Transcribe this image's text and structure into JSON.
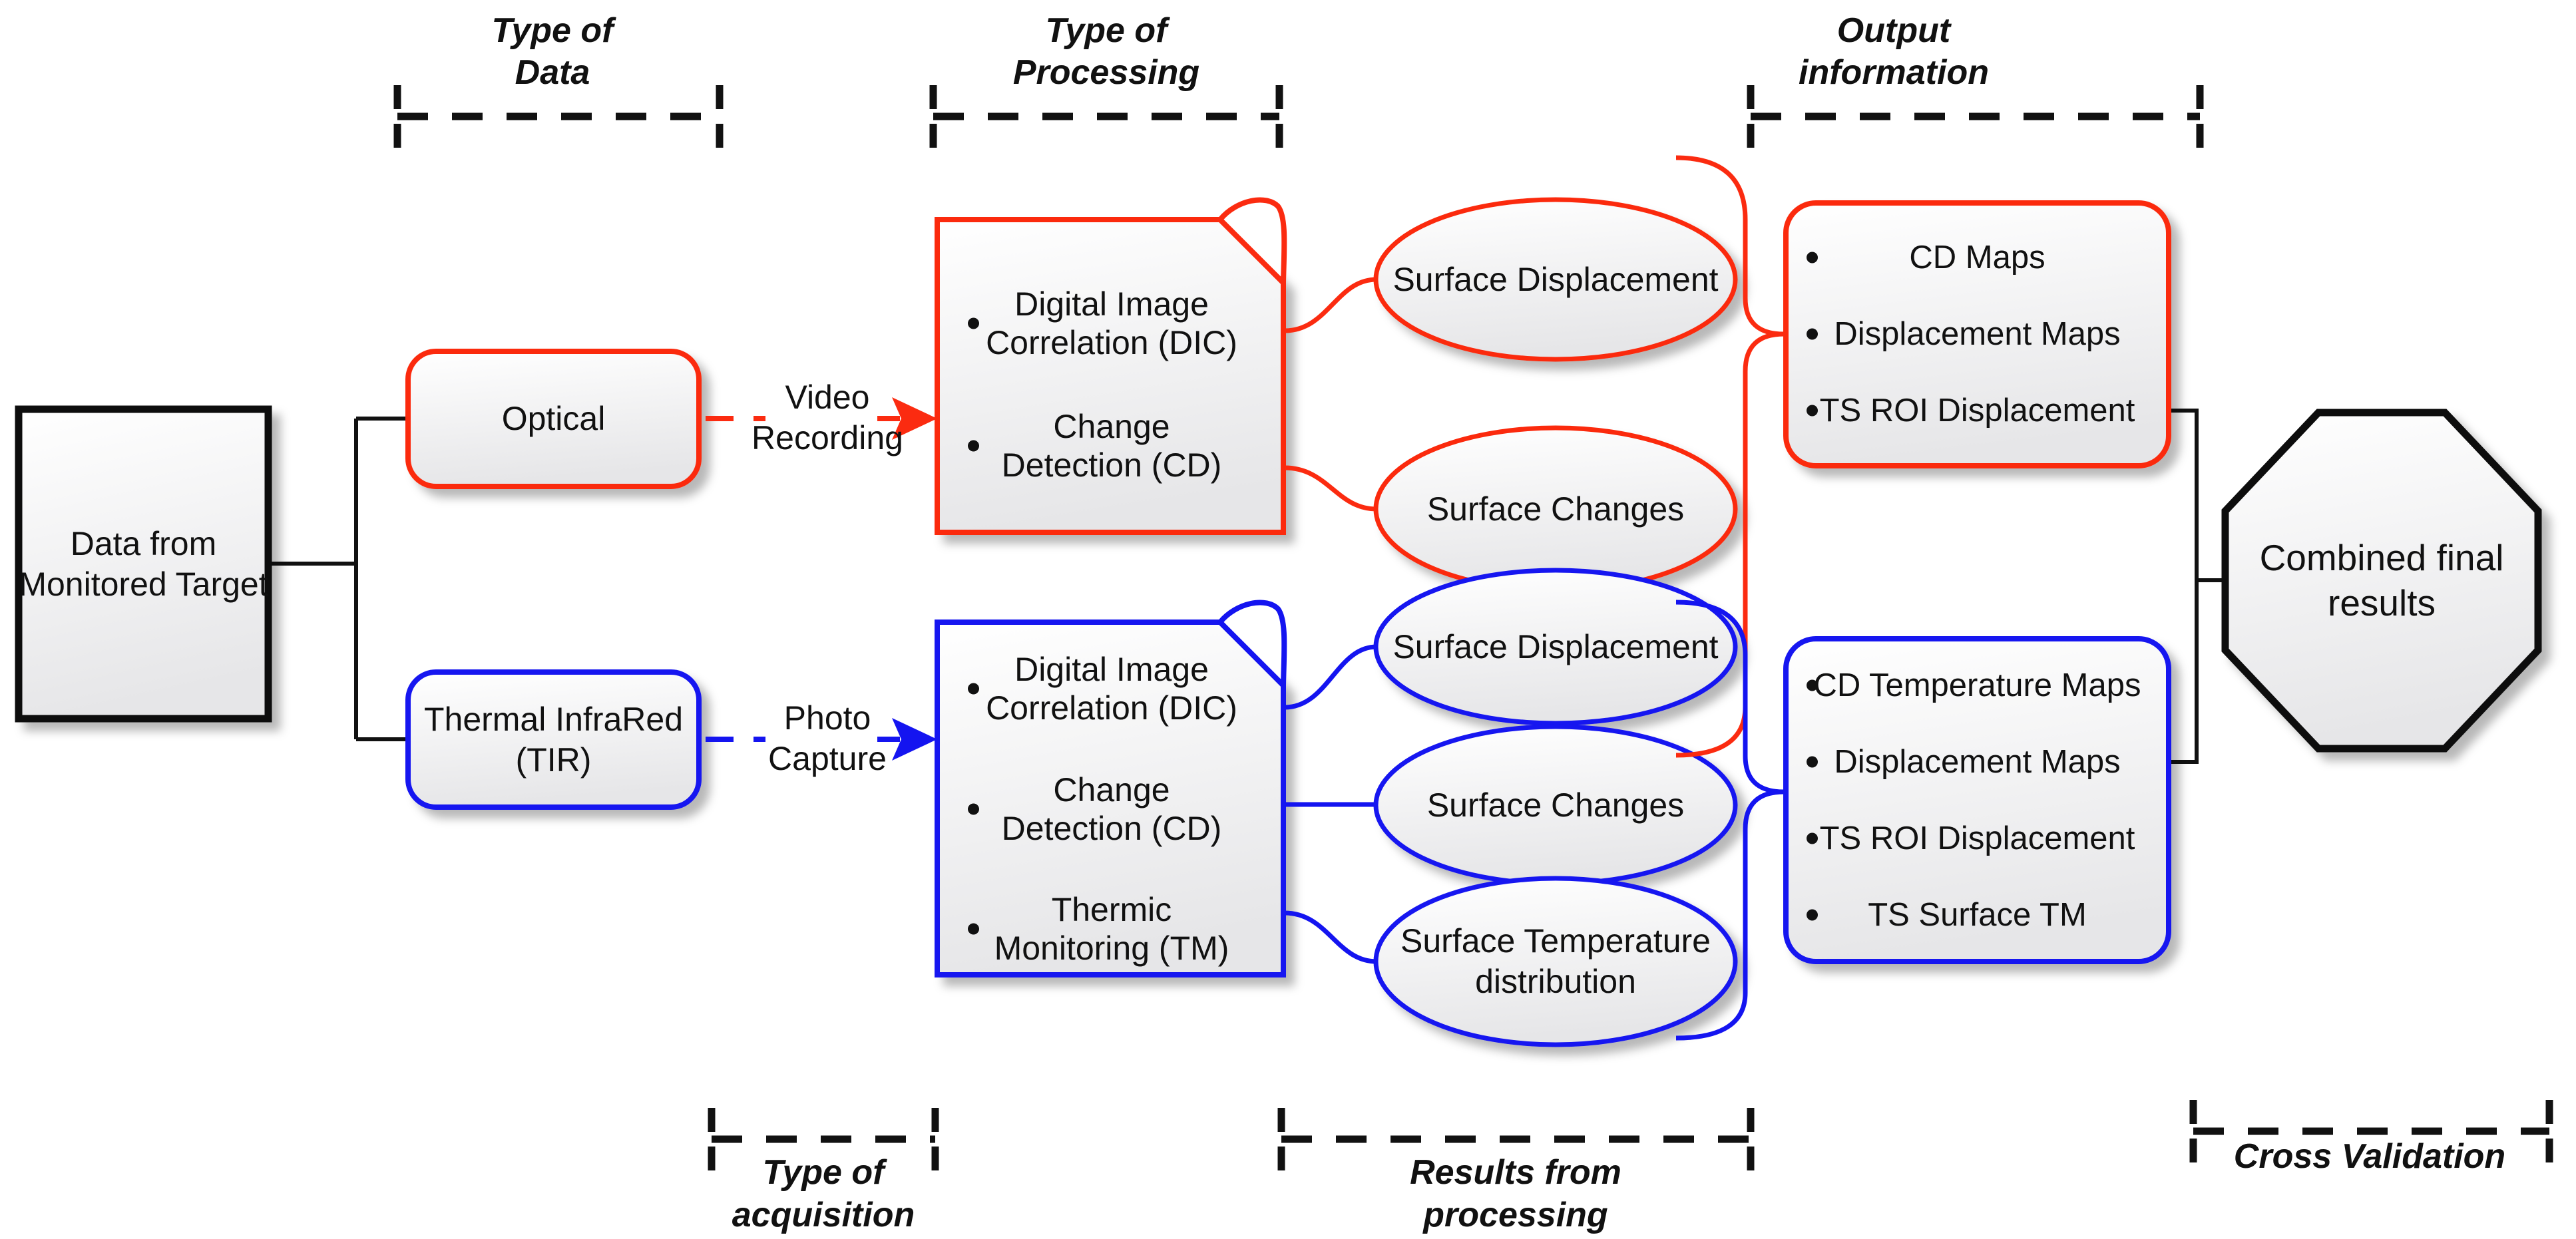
{
  "colors": {
    "optical_branch": "#fb2b10",
    "thermal_branch": "#1414f0",
    "neutral": "#111111"
  },
  "stage_labels": {
    "type_of_data": "Type of\nData",
    "type_of_processing": "Type of\nProcessing",
    "output_information": "Output\ninformation",
    "type_of_acquisition": "Type of\nacquisition",
    "results_from_processing": "Results from\nprocessing",
    "cross_validation": "Cross Validation"
  },
  "nodes": {
    "source": "Data from\nMonitored Target",
    "optical": "Optical",
    "thermal": "Thermal InfraRed\n(TIR)",
    "video_recording": "Video\nRecording",
    "photo_capture": "Photo\nCapture",
    "final": "Combined final\nresults"
  },
  "optical_processing": [
    "Digital Image\nCorrelation (DIC)",
    "Change\nDetection (CD)"
  ],
  "thermal_processing": [
    "Digital Image\nCorrelation (DIC)",
    "Change\nDetection (CD)",
    "Thermic\nMonitoring (TM)"
  ],
  "optical_results": [
    "Surface Displacement",
    "Surface Changes"
  ],
  "thermal_results": [
    "Surface Displacement",
    "Surface Changes",
    "Surface Temperature\ndistribution"
  ],
  "optical_outputs": [
    "CD Maps",
    "Displacement Maps",
    "TS ROI Displacement"
  ],
  "thermal_outputs": [
    "CD Temperature Maps",
    "Displacement Maps",
    "TS ROI Displacement",
    "TS Surface TM"
  ]
}
